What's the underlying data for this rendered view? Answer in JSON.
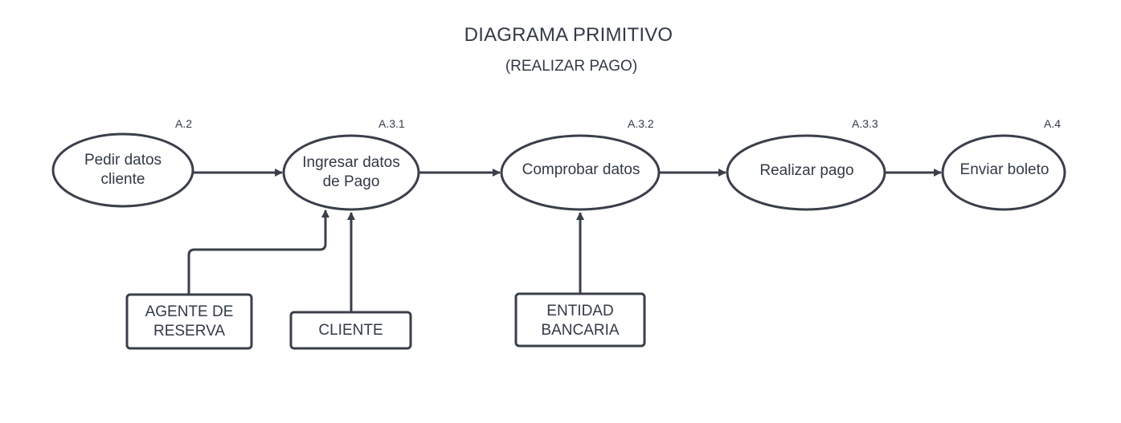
{
  "diagram": {
    "title": "DIAGRAMA PRIMITIVO",
    "subtitle": "(REALIZAR PAGO)",
    "processes": [
      {
        "code": "A.2",
        "line1": "Pedir datos",
        "line2": "cliente"
      },
      {
        "code": "A.3.1",
        "line1": "Ingresar datos",
        "line2": "de Pago"
      },
      {
        "code": "A.3.2",
        "line1": "Comprobar datos",
        "line2": ""
      },
      {
        "code": "A.3.3",
        "line1": "Realizar pago",
        "line2": ""
      },
      {
        "code": "A.4",
        "line1": "Enviar boleto",
        "line2": ""
      }
    ],
    "entities": [
      {
        "line1": "AGENTE DE",
        "line2": "RESERVA"
      },
      {
        "line1": "CLIENTE",
        "line2": ""
      },
      {
        "line1": "ENTIDAD",
        "line2": "BANCARIA"
      }
    ],
    "colors": {
      "stroke": "#3a3f4a",
      "text": "#333a45",
      "background": "#ffffff"
    }
  }
}
